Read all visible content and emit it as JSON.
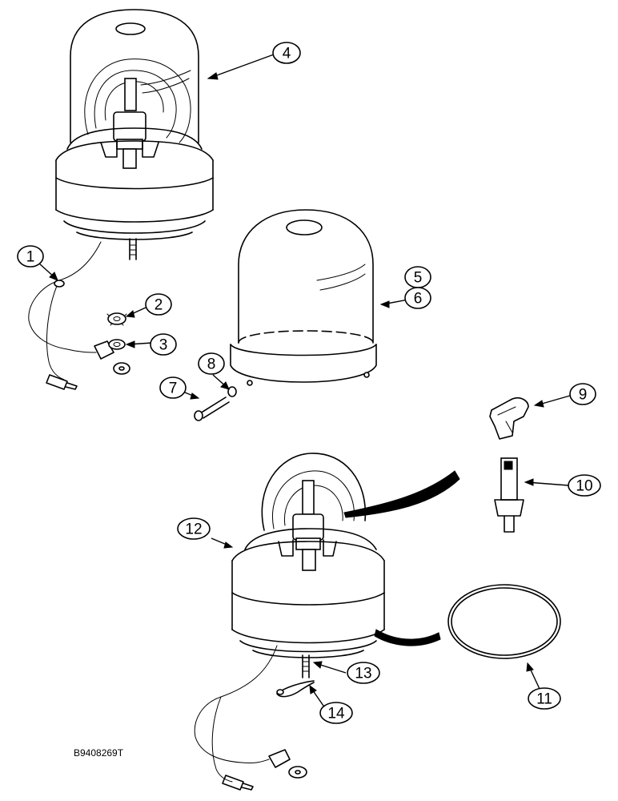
{
  "figure_code": "B9408269T",
  "callouts": {
    "c1": "1",
    "c2": "2",
    "c3": "3",
    "c4": "4",
    "c5": "5",
    "c6": "6",
    "c7": "7",
    "c8": "8",
    "c9": "9",
    "c10": "10",
    "c11": "11",
    "c12": "12",
    "c13": "13",
    "c14": "14"
  },
  "parts": [
    {
      "callout": "1",
      "part": "nut"
    },
    {
      "callout": "2",
      "part": "lock-washer"
    },
    {
      "callout": "3",
      "part": "washer"
    },
    {
      "callout": "4",
      "part": "rotating-beacon-assembly"
    },
    {
      "callout": "5",
      "part": "lens"
    },
    {
      "callout": "6",
      "part": "lens"
    },
    {
      "callout": "7",
      "part": "screw"
    },
    {
      "callout": "8",
      "part": "washer"
    },
    {
      "callout": "9",
      "part": "clip"
    },
    {
      "callout": "10",
      "part": "bulb"
    },
    {
      "callout": "11",
      "part": "o-ring"
    },
    {
      "callout": "12",
      "part": "beacon-base-assembly"
    },
    {
      "callout": "13",
      "part": "stud"
    },
    {
      "callout": "14",
      "part": "retaining-clip"
    }
  ]
}
